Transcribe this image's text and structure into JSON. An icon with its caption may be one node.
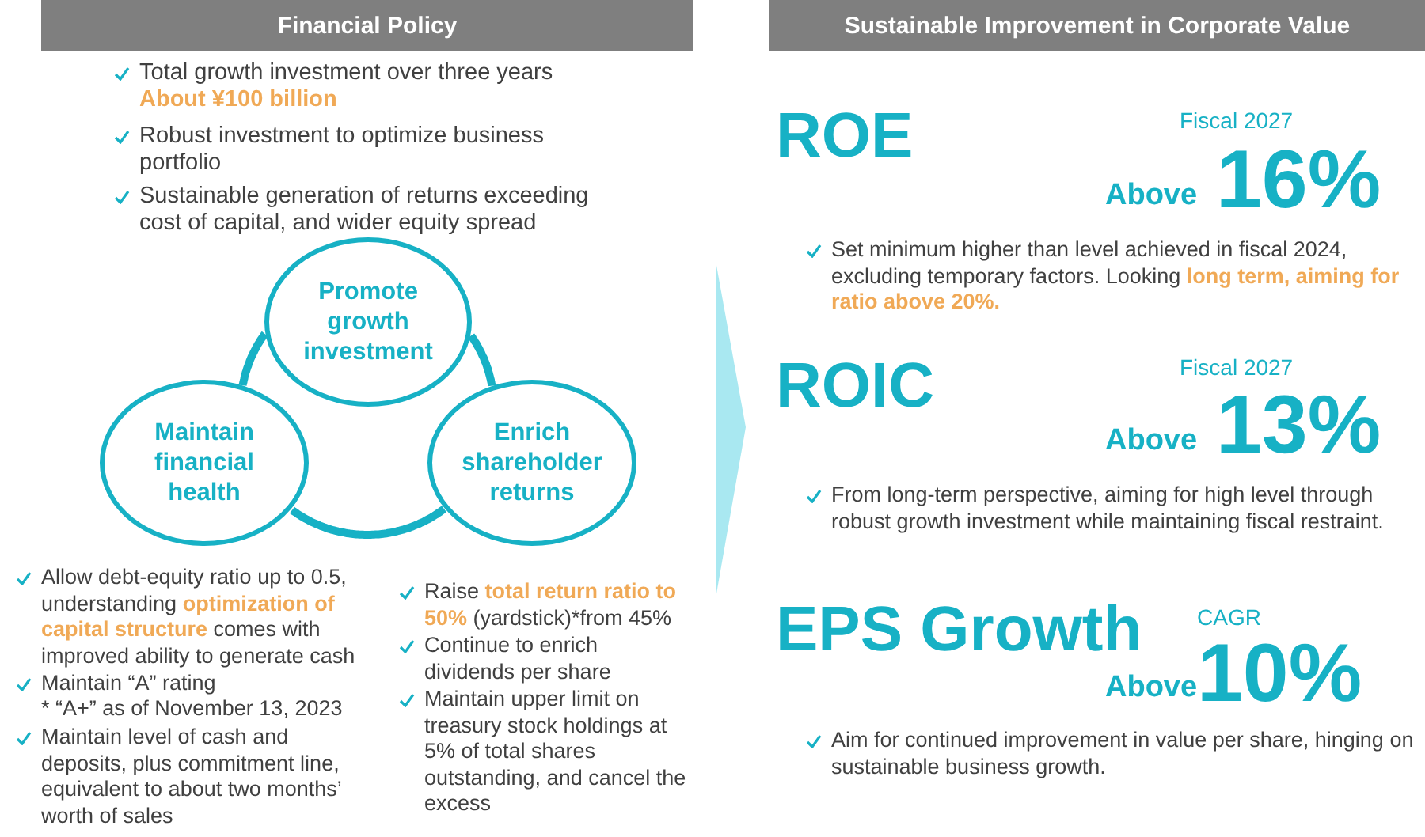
{
  "diagram": {
    "nodes": [
      {
        "text": [
          "Financial Policy"
        ]
      },
      {
        "text": [
          "Promote growth investment"
        ]
      },
      {
        "text": [
          "Maintain financial health"
        ]
      },
      {
        "text": [
          "Enrich shareholder returns"
        ]
      },
      {
        "text": [
          "Sustainable Improvement in Corporate Value"
        ]
      }
    ],
    "edges": [
      {
        "from": 1,
        "to": 2,
        "arrow": "none"
      },
      {
        "from": 2,
        "to": 3,
        "arrow": "none"
      },
      {
        "from": 3,
        "to": 1,
        "arrow": "none"
      }
    ],
    "labels": [
      "Total growth investment over three years **About ¥100 billion**",
      "Robust investment to optimize business portfolio",
      "Sustainable generation of returns exceeding cost of capital, and wider equity spread",
      "Allow debt-equity ratio up to 0.5, understanding **optimization of capital structure** comes with improved ability to generate cash",
      "Maintain “A” rating",
      "* “A+” as of November 13, 2023",
      "Maintain level of cash and deposits, plus commitment line, equivalent to about two months’ worth of sales",
      "Raise **total return ratio to 50%** (yardstick)*from 45%",
      "Continue to enrich dividends per share",
      "Maintain upper limit on treasury stock holdings at 5% of total shares outstanding, and cancel the excess",
      "ROE",
      "Fiscal 2027",
      "Above",
      "16%",
      "Set minimum higher than level achieved in fiscal 2024, excluding temporary factors. Looking **long term, aiming for ratio above 20%.**",
      "ROIC",
      "Fiscal 2027",
      "Above",
      "13%",
      "From long-term perspective, aiming for high level through robust growth investment while maintaining fiscal restraint.",
      "EPS Growth",
      "CAGR",
      "Above",
      "10%",
      "Aim for continued improvement in value per share, hinging on sustainable business growth."
    ]
  }
}
